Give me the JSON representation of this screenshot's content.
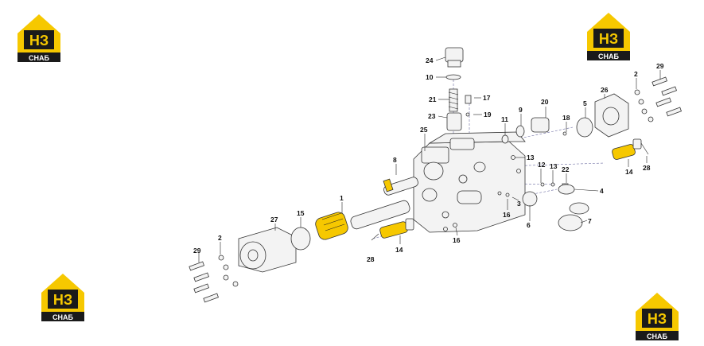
{
  "brand": {
    "logo_letters": "НЗ",
    "logo_word": "СНАБ",
    "colors": {
      "yellow": "#f6c800",
      "black": "#1a1a1a",
      "white": "#ffffff"
    }
  },
  "diagram": {
    "title": "",
    "callouts": [
      "24",
      "10",
      "21",
      "17",
      "23",
      "19",
      "11",
      "9",
      "20",
      "5",
      "18",
      "26",
      "2",
      "29",
      "25",
      "13",
      "8",
      "12",
      "13",
      "22",
      "4",
      "14",
      "28",
      "1",
      "3",
      "16",
      "6",
      "7",
      "27",
      "15",
      "2",
      "29",
      "14",
      "28",
      "16"
    ],
    "colors": {
      "yellow_parts": "#f6c800",
      "outline": "#333333",
      "dashed": "#6a6aa0"
    }
  }
}
